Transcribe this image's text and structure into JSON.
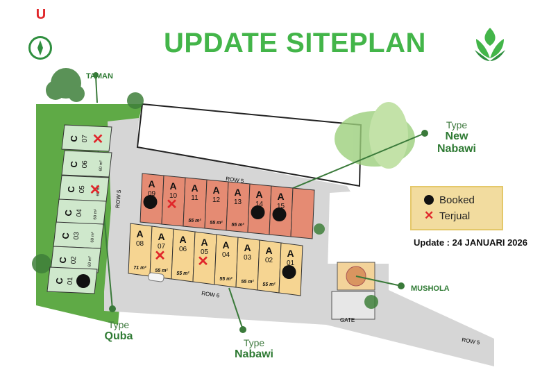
{
  "compass": {
    "letter": "U",
    "icon": "compass-icon"
  },
  "title": "UPDATE SITEPLAN",
  "logo_icon": "leaf-logo-icon",
  "colors": {
    "title": "#43b549",
    "type_a_row1": "#e58b73",
    "type_a_row2": "#f6d592",
    "type_c": "#cfe8cc",
    "park": "#5faa46",
    "booked": "#111111",
    "sold": "#e0262a"
  },
  "places": {
    "taman": "TAMAN",
    "mushola": "MUSHOLA",
    "gate": "GATE"
  },
  "streets": {
    "row5_top": "ROW 5",
    "row5_left": "ROW 5",
    "row6": "ROW 6",
    "row5_bottom": "ROW 5"
  },
  "types": {
    "new_nabawi": {
      "prefix": "Type",
      "name_line1": "New",
      "name_line2": "Nabawi"
    },
    "quba": {
      "prefix": "Type",
      "name": "Quba"
    },
    "nabawi": {
      "prefix": "Type",
      "name": "Nabawi"
    }
  },
  "legend": {
    "booked": "Booked",
    "sold": "Terjual",
    "booked_icon": "dot-icon",
    "sold_icon": "x-mark-icon"
  },
  "update_text": "Update : 24 JANUARI 2026",
  "lots_c": [
    {
      "block": "C",
      "num": "07",
      "area": "",
      "status": "sold"
    },
    {
      "block": "C",
      "num": "06",
      "area": "60 m²",
      "status": "available"
    },
    {
      "block": "C",
      "num": "05",
      "area": "60 m²",
      "status": "sold"
    },
    {
      "block": "C",
      "num": "04",
      "area": "60 m²",
      "status": "available"
    },
    {
      "block": "C",
      "num": "03",
      "area": "60 m²",
      "status": "available"
    },
    {
      "block": "C",
      "num": "02",
      "area": "60 m²",
      "status": "available"
    },
    {
      "block": "C",
      "num": "01",
      "area": "",
      "status": "booked"
    }
  ],
  "lots_a_top": [
    {
      "block": "A",
      "num": "09",
      "area": "",
      "status": "booked"
    },
    {
      "block": "A",
      "num": "10",
      "area": "",
      "status": "sold"
    },
    {
      "block": "A",
      "num": "11",
      "area": "55 m²",
      "status": "available"
    },
    {
      "block": "A",
      "num": "12",
      "area": "55 m²",
      "status": "available"
    },
    {
      "block": "A",
      "num": "13",
      "area": "55 m²",
      "status": "available"
    },
    {
      "block": "A",
      "num": "14",
      "area": "",
      "status": "booked"
    },
    {
      "block": "A",
      "num": "15",
      "area": "",
      "status": "booked"
    },
    {
      "block": "",
      "num": "",
      "area": "",
      "status": "available"
    }
  ],
  "lots_a_bottom": [
    {
      "block": "A",
      "num": "08",
      "area": "71 m²",
      "status": "available"
    },
    {
      "block": "A",
      "num": "07",
      "area": "55 m²",
      "status": "sold"
    },
    {
      "block": "A",
      "num": "06",
      "area": "55 m²",
      "status": "available"
    },
    {
      "block": "A",
      "num": "05",
      "area": "",
      "status": "sold"
    },
    {
      "block": "A",
      "num": "04",
      "area": "55 m²",
      "status": "available"
    },
    {
      "block": "A",
      "num": "03",
      "area": "55 m²",
      "status": "available"
    },
    {
      "block": "A",
      "num": "02",
      "area": "55 m²",
      "status": "available"
    },
    {
      "block": "A",
      "num": "01",
      "area": "",
      "status": "booked"
    }
  ]
}
